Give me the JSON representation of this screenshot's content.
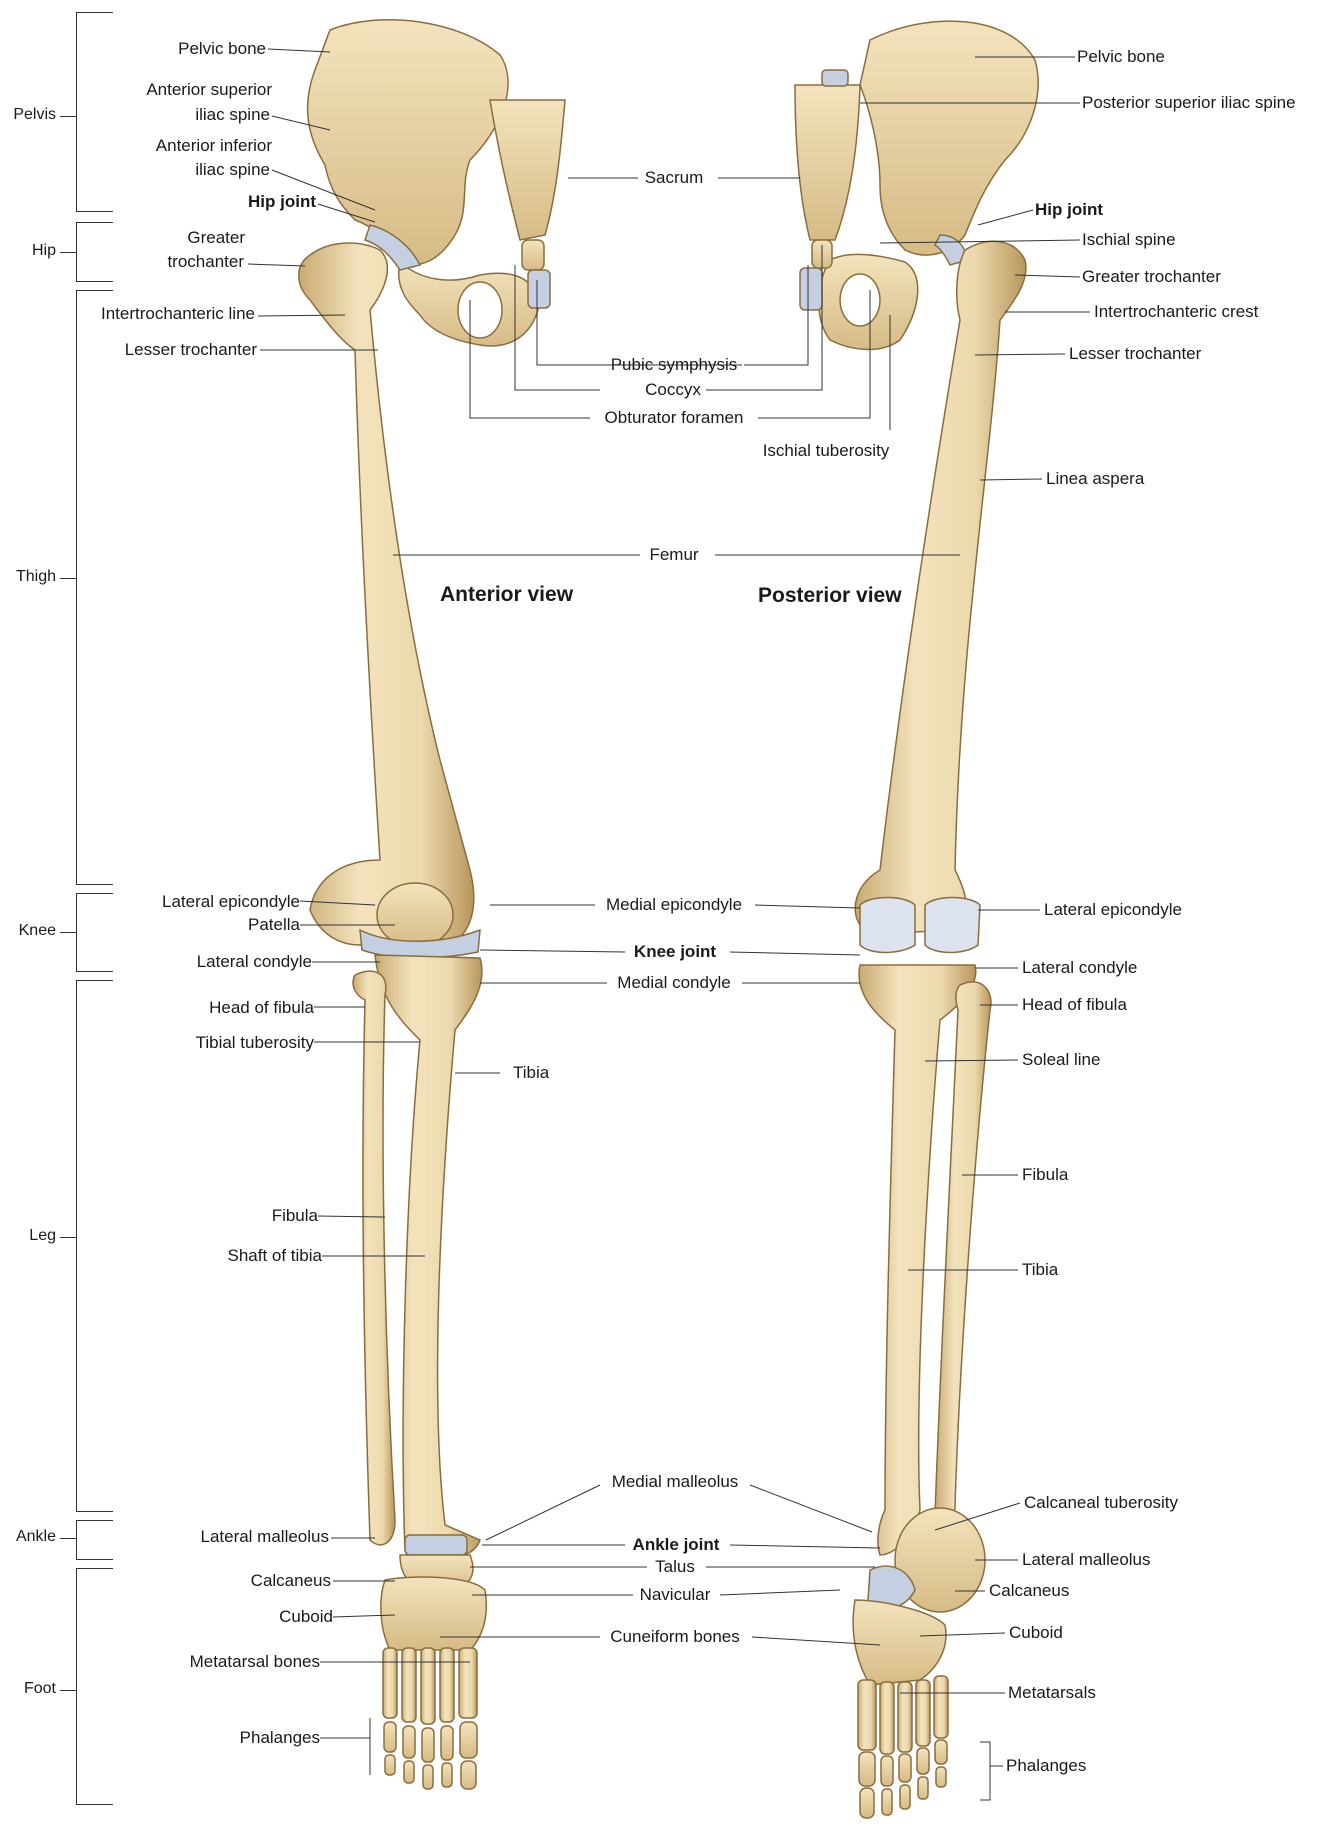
{
  "views": {
    "anterior_title": "Anterior view",
    "posterior_title": "Posterior view"
  },
  "regions": [
    "Pelvis",
    "Hip",
    "Thigh",
    "Knee",
    "Leg",
    "Ankle",
    "Foot"
  ],
  "anterior_labels": {
    "pelvic_bone": "Pelvic bone",
    "ant_sup_iliac_1": "Anterior superior",
    "ant_sup_iliac_2": "iliac spine",
    "ant_inf_iliac_1": "Anterior inferior",
    "ant_inf_iliac_2": "iliac spine",
    "hip_joint": "Hip joint",
    "greater_troch_1": "Greater",
    "greater_troch_2": "trochanter",
    "intertrochanteric_line": "Intertrochanteric line",
    "lesser_trochanter": "Lesser trochanter",
    "lateral_epicondyle": "Lateral epicondyle",
    "patella": "Patella",
    "lateral_condyle": "Lateral condyle",
    "head_of_fibula": "Head of fibula",
    "tibial_tuberosity": "Tibial tuberosity",
    "tibia": "Tibia",
    "fibula": "Fibula",
    "shaft_of_tibia": "Shaft of tibia",
    "lateral_malleolus": "Lateral malleolus",
    "calcaneus": "Calcaneus",
    "cuboid": "Cuboid",
    "metatarsal_bones": "Metatarsal bones",
    "phalanges": "Phalanges"
  },
  "center_labels": {
    "sacrum": "Sacrum",
    "pubic_symphysis": "Pubic symphysis",
    "coccyx": "Coccyx",
    "obturator_foramen": "Obturator foramen",
    "ischial_tuberosity": "Ischial tuberosity",
    "femur": "Femur",
    "medial_epicondyle": "Medial epicondyle",
    "knee_joint": "Knee joint",
    "medial_condyle": "Medial condyle",
    "medial_malleolus": "Medial malleolus",
    "ankle_joint": "Ankle joint",
    "talus": "Talus",
    "navicular": "Navicular",
    "cuneiform_bones": "Cuneiform bones"
  },
  "posterior_labels": {
    "pelvic_bone": "Pelvic bone",
    "post_sup_iliac": "Posterior superior iliac spine",
    "hip_joint": "Hip joint",
    "ischial_spine": "Ischial spine",
    "greater_trochanter": "Greater trochanter",
    "intertrochanteric_crest": "Intertrochanteric crest",
    "lesser_trochanter": "Lesser trochanter",
    "linea_aspera": "Linea aspera",
    "lateral_epicondyle": "Lateral epicondyle",
    "lateral_condyle": "Lateral condyle",
    "head_of_fibula": "Head of fibula",
    "soleal_line": "Soleal line",
    "fibula": "Fibula",
    "tibia": "Tibia",
    "calcaneal_tuberosity": "Calcaneal tuberosity",
    "lateral_malleolus": "Lateral malleolus",
    "calcaneus": "Calcaneus",
    "cuboid": "Cuboid",
    "metatarsals": "Metatarsals",
    "phalanges": "Phalanges"
  },
  "colors": {
    "bone": "#ecd9ad",
    "bone_shade": "#c9ab72",
    "bone_outline": "#8a6d3e",
    "cartilage": "#c5cfe2",
    "leader": "#333333"
  }
}
